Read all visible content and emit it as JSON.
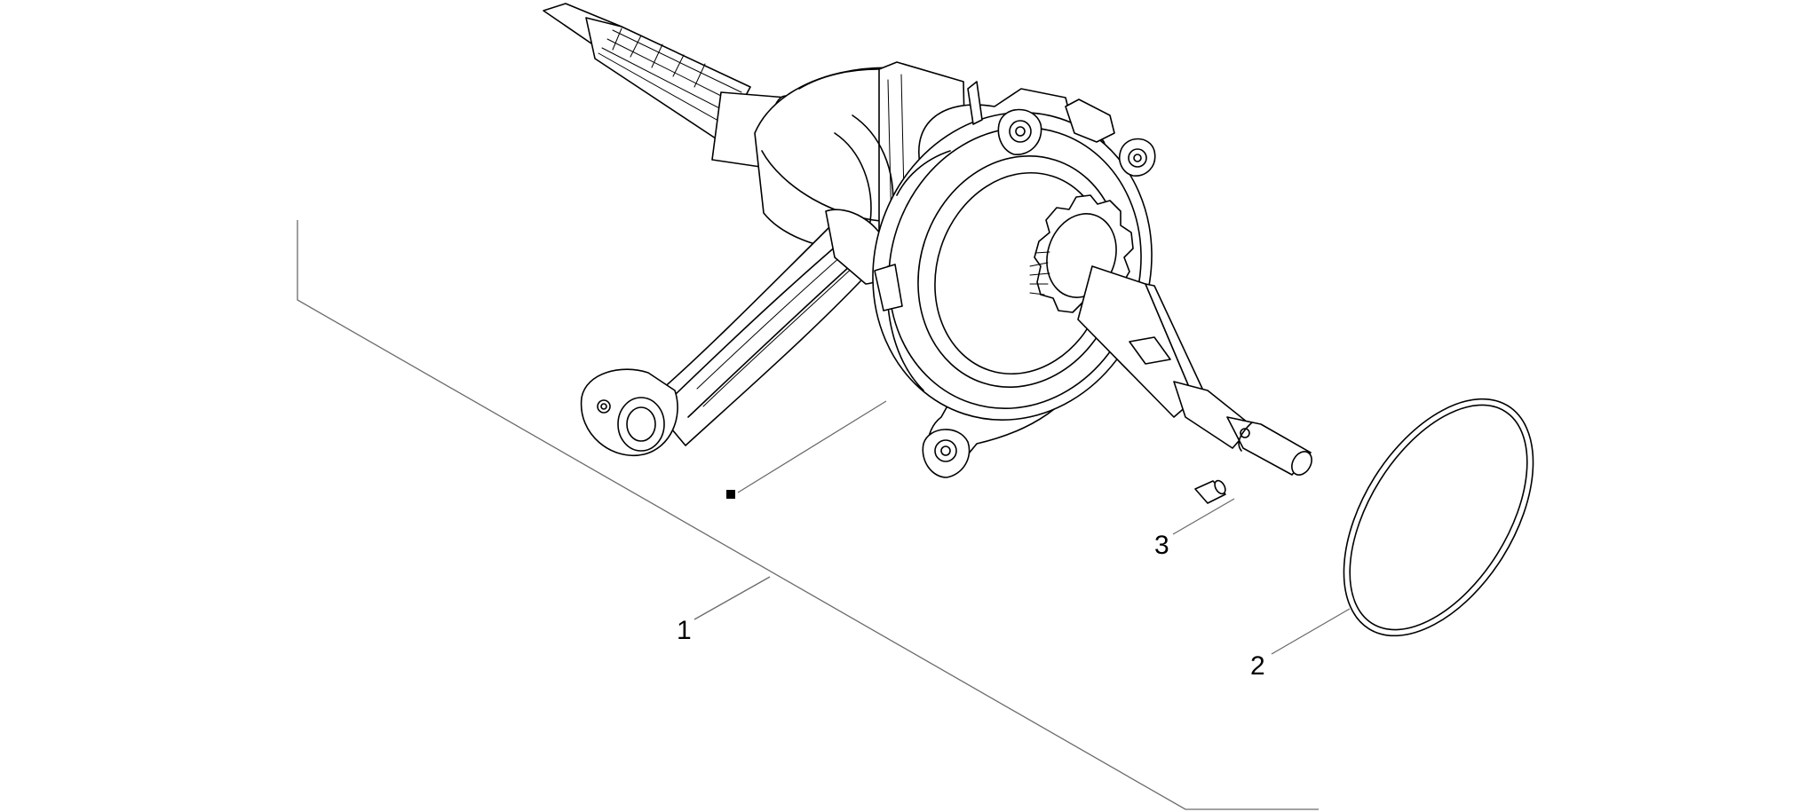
{
  "callouts": [
    {
      "id": "1",
      "label": "1"
    },
    {
      "id": "2",
      "label": "2"
    },
    {
      "id": "3",
      "label": "3"
    }
  ],
  "icons": {
    "assembly_marker": "filled-square-icon"
  },
  "colors": {
    "line": "#000000",
    "leader": "#6b6b6b",
    "background": "#ffffff"
  }
}
